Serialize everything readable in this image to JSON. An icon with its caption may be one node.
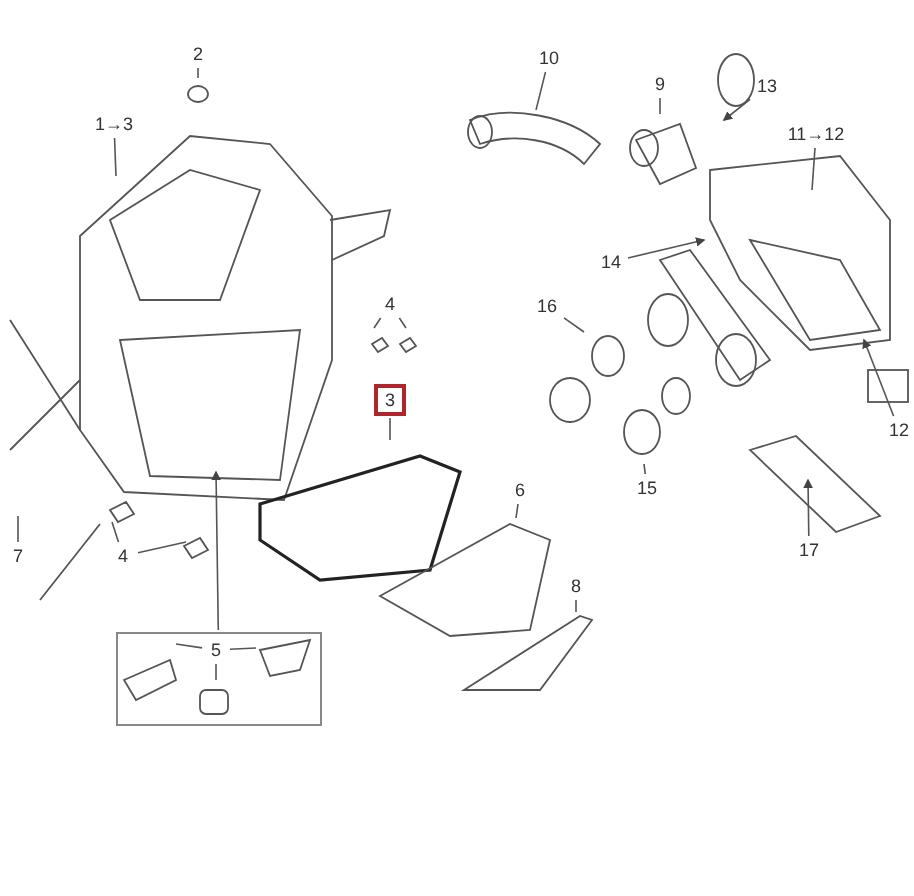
{
  "diagram": {
    "nodes": [
      {
        "text": [
          "2"
        ]
      },
      {
        "text": [
          "1→3"
        ]
      },
      {
        "text": [
          "10"
        ]
      },
      {
        "text": [
          "9"
        ]
      },
      {
        "text": [
          "13"
        ]
      },
      {
        "text": [
          "11→12"
        ]
      },
      {
        "text": [
          "14"
        ]
      },
      {
        "text": [
          "16"
        ]
      },
      {
        "text": [
          "4"
        ]
      },
      {
        "text": [
          "3"
        ]
      },
      {
        "text": [
          "12"
        ]
      },
      {
        "text": [
          "15"
        ]
      },
      {
        "text": [
          "6"
        ]
      },
      {
        "text": [
          "17"
        ]
      },
      {
        "text": [
          "4"
        ]
      },
      {
        "text": [
          "7"
        ]
      },
      {
        "text": [
          "5"
        ],
        "in": 18
      },
      {
        "text": [
          "8"
        ]
      },
      {
        "text": [],
        "shape": "box"
      }
    ],
    "edges": [
      {
        "from": 0,
        "to": null,
        "arrow": "none"
      },
      {
        "from": 1,
        "to": null,
        "arrow": "none"
      },
      {
        "from": 2,
        "to": null,
        "arrow": "none"
      },
      {
        "from": 3,
        "to": null,
        "arrow": "none"
      },
      {
        "from": 4,
        "to": null,
        "arrow": "to"
      },
      {
        "from": 5,
        "to": null,
        "arrow": "none"
      },
      {
        "from": 6,
        "to": null,
        "arrow": "to"
      },
      {
        "from": 7,
        "to": null,
        "arrow": "none"
      },
      {
        "from": 8,
        "to": null,
        "arrow": "none"
      },
      {
        "from": 8,
        "to": null,
        "arrow": "none"
      },
      {
        "from": 9,
        "to": null,
        "arrow": "none"
      },
      {
        "from": 10,
        "to": null,
        "arrow": "to"
      },
      {
        "from": 11,
        "to": null,
        "arrow": "none"
      },
      {
        "from": 12,
        "to": null,
        "arrow": "none"
      },
      {
        "from": 13,
        "to": null,
        "arrow": "to"
      },
      {
        "from": 14,
        "to": null,
        "arrow": "none"
      },
      {
        "from": 14,
        "to": null,
        "arrow": "none"
      },
      {
        "from": 15,
        "to": null,
        "arrow": "none"
      },
      {
        "from": 16,
        "to": null,
        "arrow": "none"
      },
      {
        "from": 16,
        "to": null,
        "arrow": "none"
      },
      {
        "from": 16,
        "to": null,
        "arrow": "none"
      },
      {
        "from": 17,
        "to": null,
        "arrow": "none"
      },
      {
        "from": 18,
        "to": null,
        "arrow": "to"
      }
    ]
  }
}
